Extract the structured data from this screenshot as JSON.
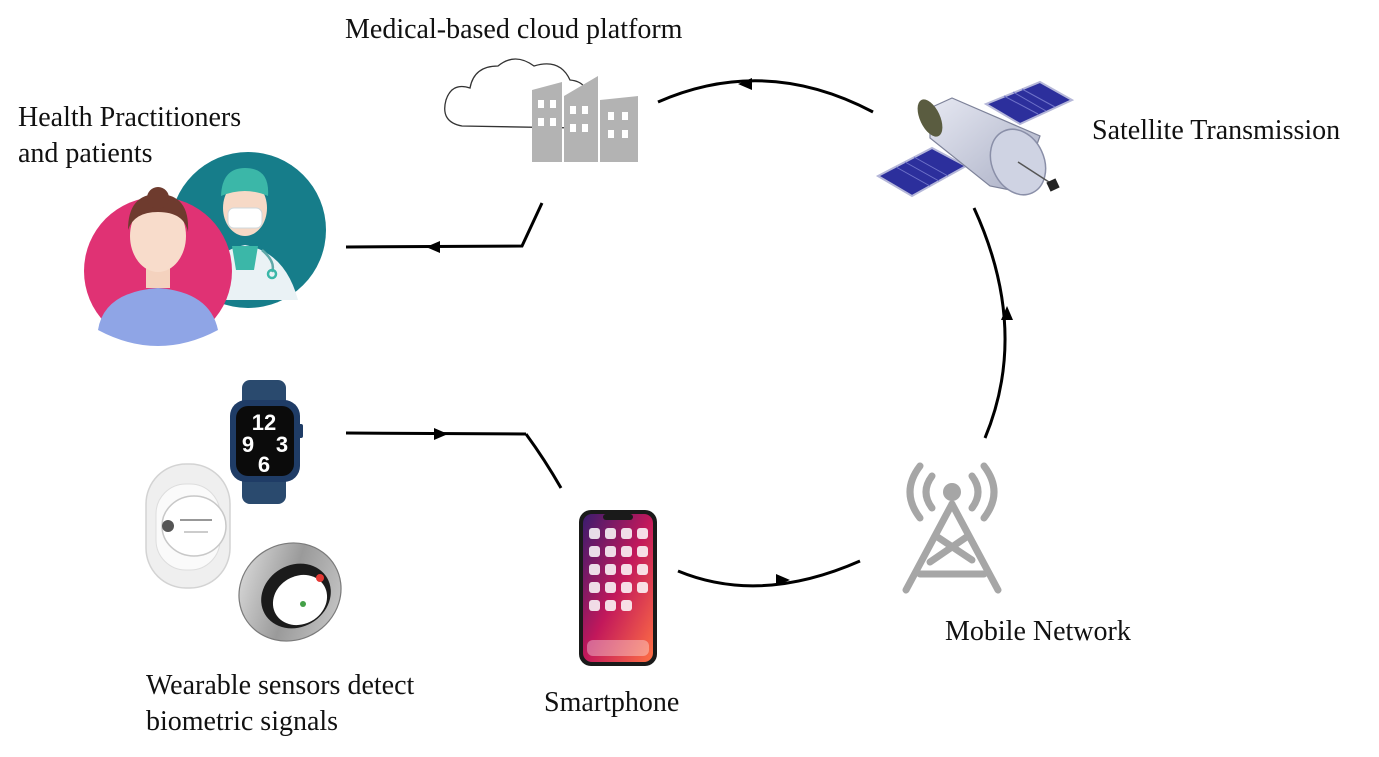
{
  "labels": {
    "cloud_platform": "Medical-based cloud platform",
    "health_line1": "Health Practitioners",
    "health_line2": "and patients",
    "satellite": "Satellite Transmission",
    "mobile_network": "Mobile Network",
    "smartphone": "Smartphone",
    "wearable_line1": "Wearable sensors detect",
    "wearable_line2": "biometric signals"
  },
  "watch": {
    "hours": [
      "12",
      "9",
      "3",
      "6"
    ]
  },
  "colors": {
    "arrow": "#000000",
    "building": "#b3b3b3",
    "tower": "#a6a6a6",
    "patient_circle": "#e03274",
    "doctor_circle": "#167d8a",
    "satellite_panel": "#2c2f9c",
    "watch_band": "#2a4a6e"
  },
  "icons": [
    "cloud-icon",
    "building-icon",
    "satellite-icon",
    "patient-doctor-icon",
    "smartwatch-icon",
    "glucose-sensor-icon",
    "smart-ring-icon",
    "smartphone-icon",
    "cell-tower-icon"
  ]
}
